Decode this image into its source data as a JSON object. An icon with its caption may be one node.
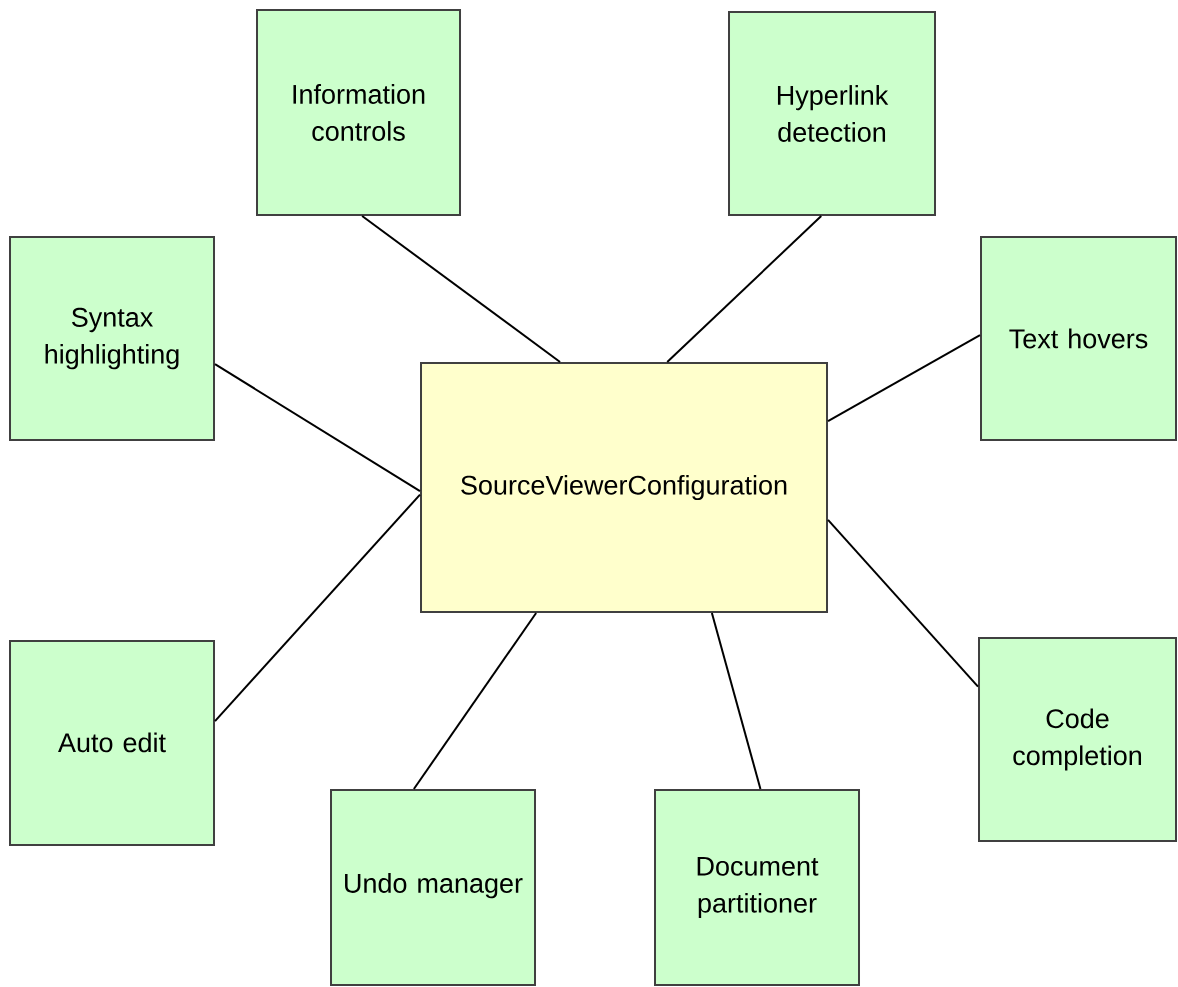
{
  "diagram": {
    "nodes": [
      {
        "text": [
          "SourceViewerConfiguration"
        ]
      },
      {
        "text": [
          "Information controls"
        ]
      },
      {
        "text": [
          "Hyperlink detection"
        ]
      },
      {
        "text": [
          "Syntax highlighting"
        ]
      },
      {
        "text": [
          "Text hovers"
        ]
      },
      {
        "text": [
          "Auto edit"
        ]
      },
      {
        "text": [
          "Code completion"
        ]
      },
      {
        "text": [
          "Undo manager"
        ]
      },
      {
        "text": [
          "Document partitioner"
        ]
      }
    ],
    "edges": [
      {
        "from": 0,
        "to": 1,
        "arrow": "none"
      },
      {
        "from": 0,
        "to": 2,
        "arrow": "none"
      },
      {
        "from": 0,
        "to": 3,
        "arrow": "none"
      },
      {
        "from": 0,
        "to": 4,
        "arrow": "none"
      },
      {
        "from": 0,
        "to": 5,
        "arrow": "none"
      },
      {
        "from": 0,
        "to": 6,
        "arrow": "none"
      },
      {
        "from": 0,
        "to": 7,
        "arrow": "none"
      },
      {
        "from": 0,
        "to": 8,
        "arrow": "none"
      }
    ]
  }
}
